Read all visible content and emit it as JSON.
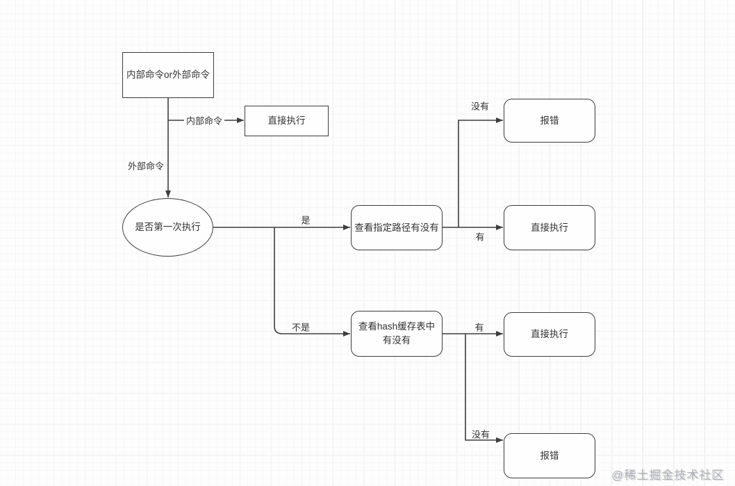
{
  "diagram": {
    "nodes": {
      "start": {
        "label": "内部命令or外部命令",
        "shape": "rect"
      },
      "exec_internal": {
        "label": "直接执行",
        "shape": "rect"
      },
      "first_time": {
        "label": "是否第一次执行",
        "shape": "ellipse"
      },
      "check_path": {
        "label": "查看指定路径有没有",
        "shape": "rounded-rect"
      },
      "error_path": {
        "label": "报错",
        "shape": "rounded-rect"
      },
      "exec_path": {
        "label": "直接执行",
        "shape": "rounded-rect"
      },
      "check_hash": {
        "label": "查看hash缓存表中有没有",
        "shape": "rounded-rect"
      },
      "exec_hash": {
        "label": "直接执行",
        "shape": "rounded-rect"
      },
      "error_hash": {
        "label": "报错",
        "shape": "rounded-rect"
      }
    },
    "edge_labels": {
      "internal": "内部命令",
      "external": "外部命令",
      "yes": "是",
      "no": "不是",
      "path_missing": "没有",
      "path_exists": "有",
      "hash_exists": "有",
      "hash_missing": "没有"
    },
    "colors": {
      "line": "#3d3d3d",
      "node_border": "#3c3c3c",
      "node_fill": "#fefefe",
      "grid_major": "#e6e6e6",
      "grid_minor": "#f7f7f7",
      "background": "#fdfdfd"
    }
  },
  "watermark": {
    "text": "@稀土掘金技术社区"
  }
}
